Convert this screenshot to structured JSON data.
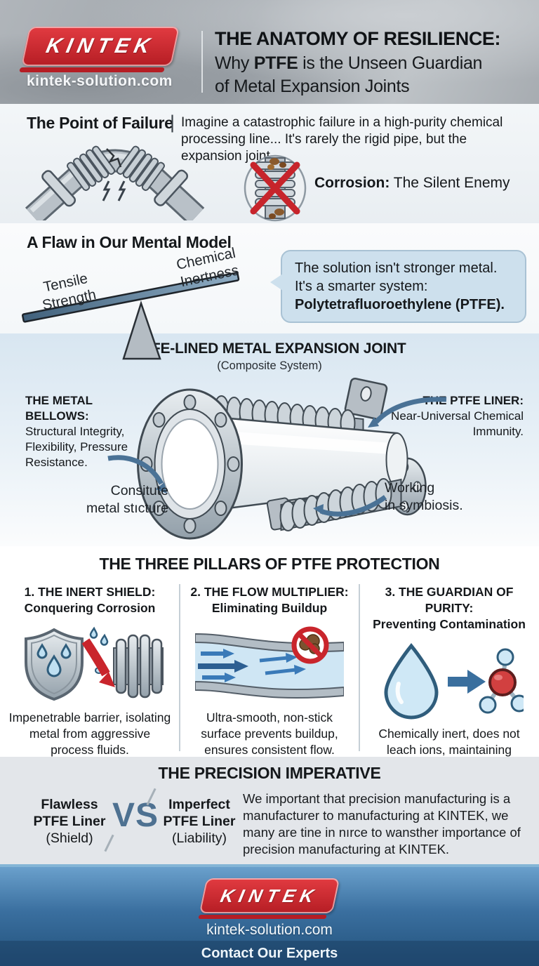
{
  "header": {
    "logo_text": "KINTEK",
    "website": "kintek-solution.com",
    "title_line1": "THE ANATOMY OF RESILIENCE:",
    "title_line2_pre": "Why ",
    "title_line2_bold": "PTFE",
    "title_line2_post": " is the Unseen Guardian",
    "title_line3": "of Metal Expansion Joints"
  },
  "failure": {
    "heading": "The Point of Failure",
    "separator": "|",
    "description": "Imagine a catastrophic failure in a high-purity chemical processing line... It's rarely the rigid pipe, but the expansion joint.",
    "corrosion_bold": "Corrosion:",
    "corrosion_rest": " The Silent Enemy"
  },
  "model": {
    "heading": "A Flaw in Our Mental Model",
    "seesaw_left_line1": "Tensile",
    "seesaw_left_line2": "Strength",
    "seesaw_right_line1": "Chemical",
    "seesaw_right_line2": "Inertness",
    "bubble_line1": "The solution isn't stronger metal.",
    "bubble_line2": "It's a smarter system:",
    "bubble_line3": "Polytetrafluoroethylene (PTFE)."
  },
  "joint": {
    "title": "PTFE-LINED METAL EXPANSION JOINT",
    "subtitle": "(Composite System)",
    "bellows_title": "THE METAL BELLOWS:",
    "bellows_body": "Structural Integrity, Flexibility, Pressure Resistance.",
    "liner_title": "THE PTFE LINER:",
    "liner_body": "Near-Universal Chemical Immunity.",
    "left_note_line1": "Consitute",
    "left_note_line2": "metal stıcture",
    "right_note_line1": "Working",
    "right_note_line2": "in symbiosis."
  },
  "pillars": {
    "title": "THE THREE PILLARS OF PTFE PROTECTION",
    "items": [
      {
        "heading_line1": "1. THE INERT SHIELD:",
        "heading_line2": "Conquering Corrosion",
        "icon": "shield-droplets-red-arrow-bellows-icon",
        "caption": "Impenetrable barrier, isolating metal from aggressive process fluids."
      },
      {
        "heading_line1": "2. THE FLOW MULTIPLIER:",
        "heading_line2": "Eliminating Buildup",
        "icon": "smooth-pipe-flow-no-buildup-icon",
        "caption": "Ultra-smooth, non-stick surface prevents buildup, ensures consistent flow."
      },
      {
        "heading_line1": "3. THE GUARDIAN OF PURITY:",
        "heading_line2": "Preventing Contamination",
        "icon": "droplet-arrow-molecule-icon",
        "caption": "Chemically inert, does not leach ions, maintaining process fluid purity."
      }
    ]
  },
  "precision": {
    "title": "THE PRECISION IMPERATIVE",
    "left_line1": "Flawless",
    "left_line2": "PTFE Liner",
    "left_line3": "(Shield)",
    "vs": "VS",
    "right_line1": "Imperfect",
    "right_line2": "PTFE Liner",
    "right_line3": "(Liability)",
    "paragraph": "We important that precision manufacturing is a manufacturer to manufacturing at KINTEK, we many are tine in nırce to wansther importance of precision manufacturing at KINTEK."
  },
  "footer": {
    "logo_text": "KINTEK",
    "website": "kintek-solution.com",
    "cta": "Contact Our Experts"
  },
  "icons": {
    "broken_joint": "cracked-bellows-elbow-pipe-icon",
    "corrosion_badge": "corroded-bellows-red-x-icon",
    "seesaw": "unbalanced-seesaw-icon",
    "joint_cutaway": "ptfe-lined-expansion-joint-cutaway-icon",
    "vs_slashes": "vs-divider-slash-icon"
  },
  "colors": {
    "brand_red": "#c9252c",
    "steel_blue": "#4a7296",
    "light_blue_bg": "#d8e6f1",
    "bubble_bg": "#cde0ed",
    "footer_blue": "#3a6f9f",
    "divider_blue": "#84b5d6"
  }
}
